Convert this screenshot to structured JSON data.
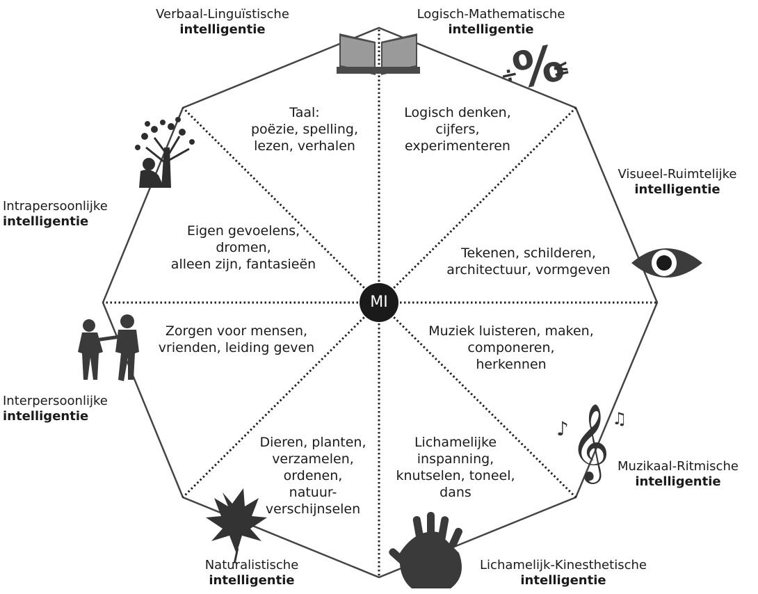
{
  "diagram": {
    "hub": "MI",
    "bold_word": "intelligentie",
    "segments": [
      {
        "id": "verbaal",
        "lines": [
          "Taal:",
          "poëzie, spelling,",
          "lezen, verhalen"
        ],
        "title": "Verbaal-Linguïstische",
        "icon": "book-icon"
      },
      {
        "id": "logisch",
        "lines": [
          "Logisch denken,",
          "cijfers,",
          "experimenteren"
        ],
        "title": "Logisch-Mathematische",
        "icon": "math-symbols-icon"
      },
      {
        "id": "visueel",
        "lines": [
          "Tekenen, schilderen,",
          "architectuur, vormgeven"
        ],
        "title": "Visueel-Ruimtelijke",
        "icon": "eye-icon"
      },
      {
        "id": "muzikaal",
        "lines": [
          "Muziek luisteren, maken,",
          "componeren,",
          "herkennen"
        ],
        "title": "Muzikaal-Ritmische",
        "icon": "music-note-icon"
      },
      {
        "id": "lichamelijk",
        "lines": [
          "Lichamelijke",
          "inspanning,",
          "knutselen, toneel,",
          "dans"
        ],
        "title": "Lichamelijk-Kinesthetische",
        "icon": "hand-icon"
      },
      {
        "id": "naturalistisch",
        "lines": [
          "Dieren, planten,",
          "verzamelen,",
          "ordenen,",
          "natuur-",
          "verschijnselen"
        ],
        "title": "Naturalistische",
        "icon": "leaf-icon"
      },
      {
        "id": "interpersoonlijk",
        "lines": [
          "Zorgen voor mensen,",
          "vrienden, leiding geven"
        ],
        "title": "Interpersoonlijke",
        "icon": "people-icon"
      },
      {
        "id": "intrapersoonlijk",
        "lines": [
          "Eigen gevoelens,",
          "dromen,",
          "alleen zijn, fantasieën"
        ],
        "title": "Intrapersoonlijke",
        "icon": "tree-person-icon"
      }
    ]
  }
}
